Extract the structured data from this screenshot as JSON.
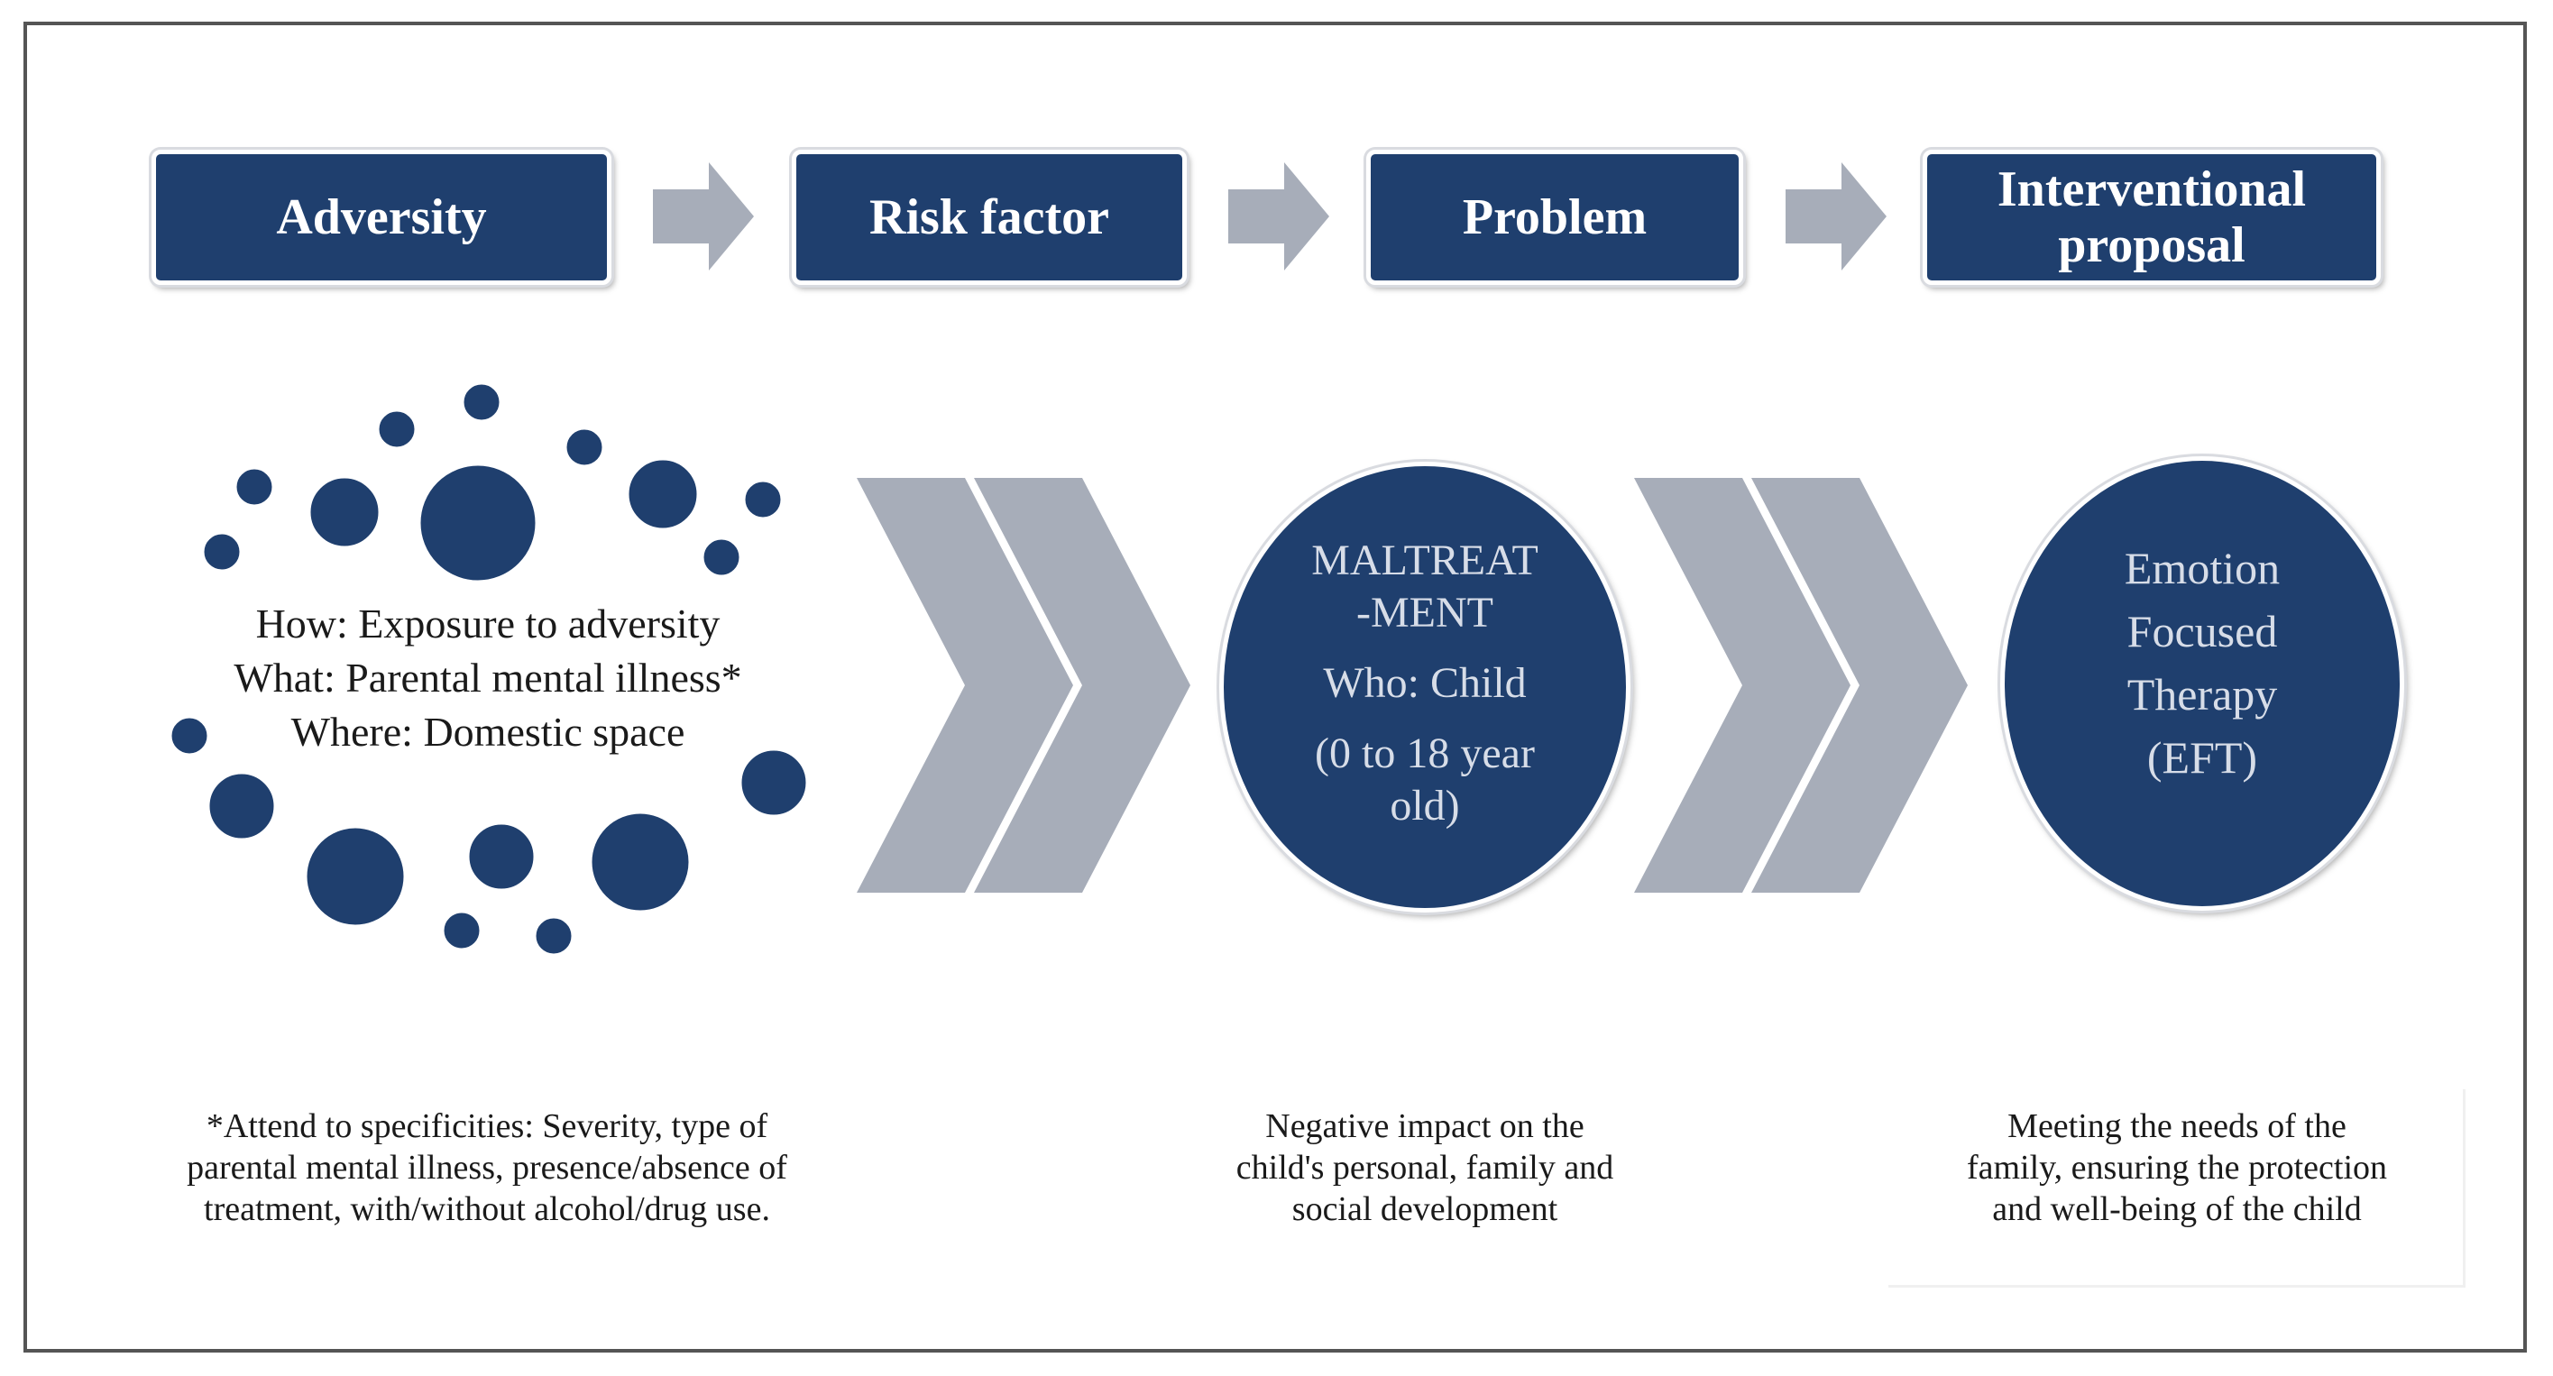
{
  "headers": [
    {
      "label": "Adversity"
    },
    {
      "label": "Risk factor"
    },
    {
      "label": "Problem"
    },
    {
      "line1": "Interventional",
      "line2": "proposal"
    }
  ],
  "adversity": {
    "how": "How: Exposure to adversity",
    "what": "What: Parental mental illness*",
    "where": "Where: Domestic space"
  },
  "problem_oval": {
    "line1": "MALTREAT",
    "line2": "-MENT",
    "line3": "Who: Child",
    "line4": "(0 to 18 year",
    "line5": "old)"
  },
  "intervention_oval": {
    "line1": "Emotion",
    "line2": "Focused",
    "line3": "Therapy",
    "line4": "(EFT)"
  },
  "notes": {
    "adversity": [
      "*Attend to specificities: Severity, type of",
      "parental mental illness, presence/absence of",
      "treatment, with/without alcohol/drug use."
    ],
    "problem": [
      "Negative impact on the",
      "child's personal, family and",
      "social development"
    ],
    "intervention": [
      "Meeting the needs of the",
      "family, ensuring the protection",
      "and well-being of the child"
    ]
  },
  "colors": {
    "navy": "#1f3f6e",
    "arrow_gray": "#a7adb9",
    "frame": "#555555"
  }
}
